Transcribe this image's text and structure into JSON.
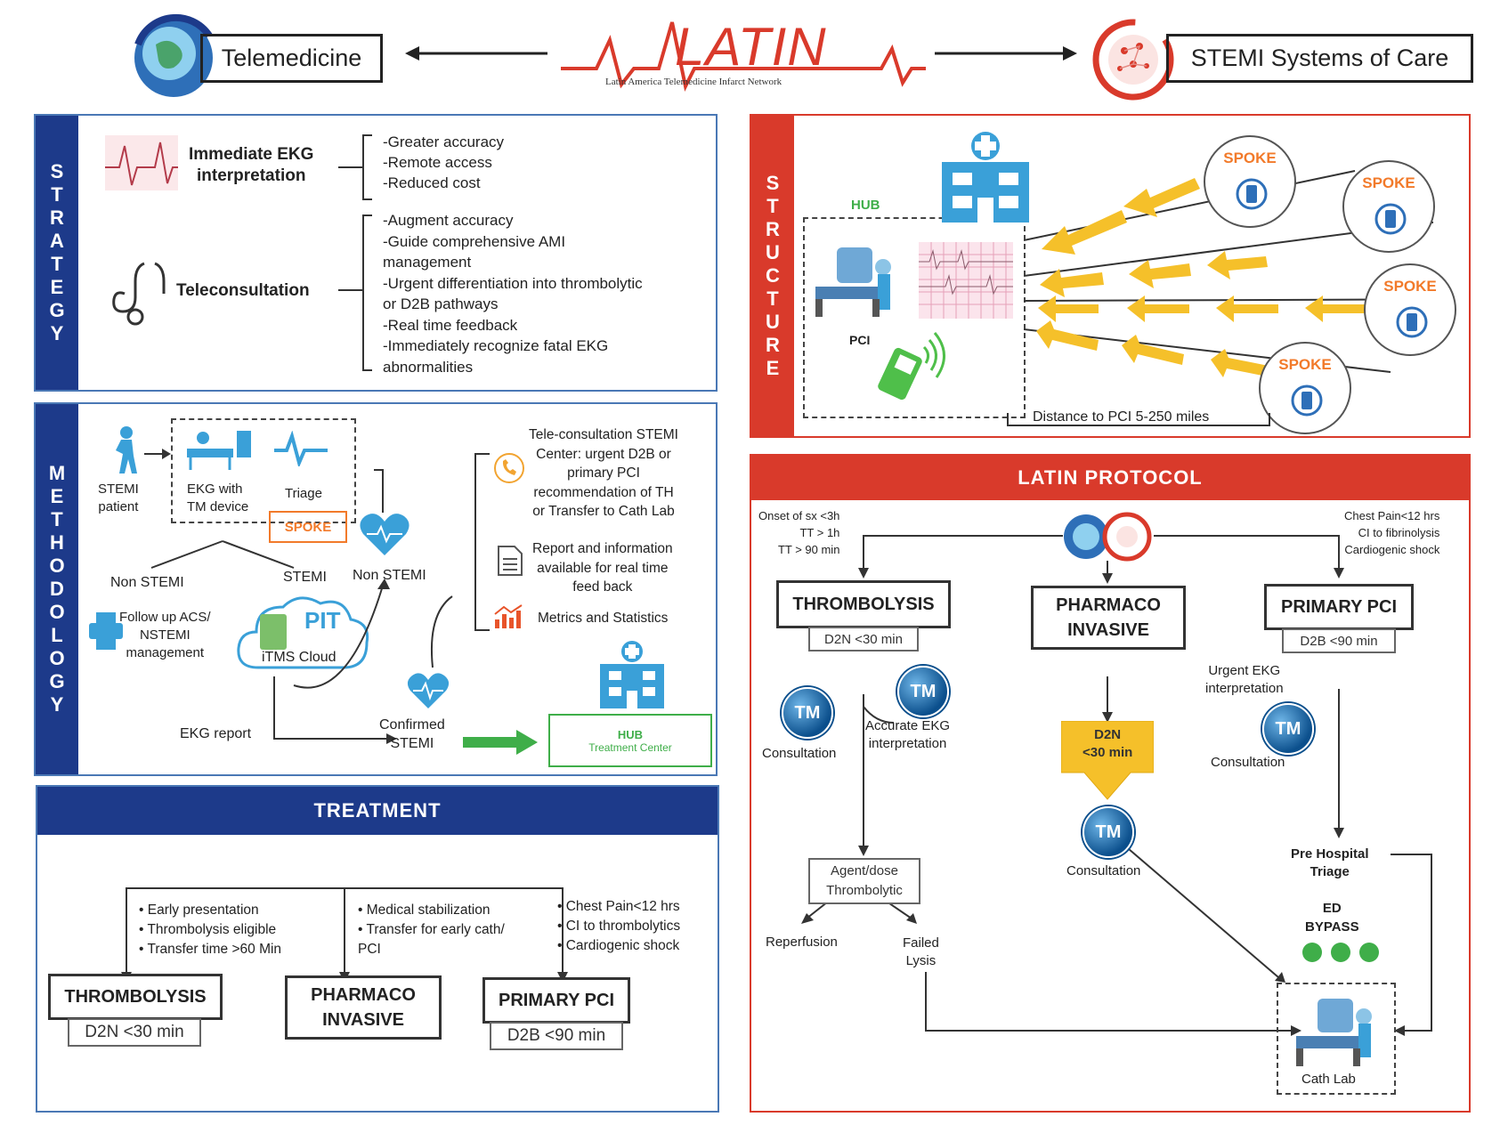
{
  "header": {
    "telemedicine": "Telemedicine",
    "latin_logo": "LATIN",
    "latin_subtitle": "Latin America Telemedicine Infarct Network",
    "stemi_systems": "STEMI Systems of Care"
  },
  "strategy": {
    "label": [
      "S",
      "T",
      "R",
      "A",
      "T",
      "E",
      "G",
      "Y"
    ],
    "item1": "Immediate EKG\ninterpretation",
    "item1_points": "-Greater accuracy\n-Remote access\n-Reduced cost",
    "item2": "Teleconsultation",
    "item2_points": "-Augment accuracy\n-Guide comprehensive AMI\nmanagement\n-Urgent differentiation into thrombolytic\nor D2B pathways\n-Real time feedback\n-Immediately recognize fatal EKG\nabnormalities"
  },
  "methodology": {
    "label": [
      "M",
      "E",
      "T",
      "H",
      "O",
      "D",
      "O",
      "L",
      "O",
      "G",
      "Y"
    ],
    "stemi_patient": "STEMI\npatient",
    "ekg_tm": "EKG with\nTM device",
    "triage": "Triage",
    "spoke": "SPOKE",
    "non_stemi_left": "Non STEMI",
    "stemi": "STEMI",
    "non_stemi_right": "Non STEMI",
    "followup": "Follow up ACS/\nNSTEMI\nmanagement",
    "pit": "PIT",
    "itms_cloud": "iTMS Cloud",
    "ekg_report": "EKG report",
    "confirmed_stemi": "Confirmed\nSTEMI",
    "hub_title": "HUB",
    "hub_subtitle": "Treatment Center",
    "teleconsult": "Tele-consultation STEMI\nCenter: urgent D2B or\nprimary PCI\nrecommendation of TH\nor Transfer to Cath Lab",
    "report": "Report and information\navailable for real time\nfeed back",
    "metrics": "Metrics and Statistics"
  },
  "treatment": {
    "title": "TREATMENT",
    "col1_points": "• Early presentation\n• Thrombolysis eligible\n• Transfer time >60 Min",
    "col2_points": "• Medical stabilization\n• Transfer for early cath/\n  PCI",
    "col3_points": "• Chest Pain<12 hrs\n• CI to thrombolytics\n• Cardiogenic shock",
    "thrombolysis": "THROMBOLYSIS",
    "thrombolysis_sub": "D2N <30 min",
    "pharmaco": "PHARMACO\nINVASIVE",
    "primary_pci": "PRIMARY PCI",
    "primary_pci_sub": "D2B <90 min"
  },
  "structure": {
    "label": [
      "S",
      "T",
      "R",
      "U",
      "C",
      "T",
      "U",
      "R",
      "E"
    ],
    "hub": "HUB",
    "pci": "PCI",
    "spokes": [
      "SPOKE",
      "SPOKE",
      "SPOKE",
      "SPOKE"
    ],
    "distance": "Distance to PCI 5-250 miles"
  },
  "protocol": {
    "title": "LATIN PROTOCOL",
    "left_criteria": "Onset of sx <3h\nTT > 1h\nTT > 90 min",
    "right_criteria": "Chest Pain<12 hrs\nCI to fibrinolysis\nCardiogenic shock",
    "thrombolysis": "THROMBOLYSIS",
    "thrombolysis_sub": "D2N <30 min",
    "pharmaco": "PHARMACO\nINVASIVE",
    "primary_pci": "PRIMARY PCI",
    "primary_pci_sub": "D2B <90 min",
    "tm": "TM",
    "consultation": "Consultation",
    "accurate_ekg": "Accurate EKG\ninterpretation",
    "d2n_arrow": "D2N\n<30 min",
    "urgent_ekg": "Urgent EKG\ninterpretation",
    "agent_dose": "Agent/dose\nThrombolytic",
    "reperfusion": "Reperfusion",
    "failed_lysis": "Failed\nLysis",
    "pre_hospital": "Pre Hospital\nTriage",
    "ed_bypass": "ED\nBYPASS",
    "cath_lab": "Cath Lab"
  },
  "colors": {
    "navy": "#1d3a8a",
    "red": "#d93a2b",
    "orange": "#f27a2a",
    "green": "#3fae49",
    "blue_icon": "#3aa0d8",
    "yellow": "#f5c02a"
  }
}
